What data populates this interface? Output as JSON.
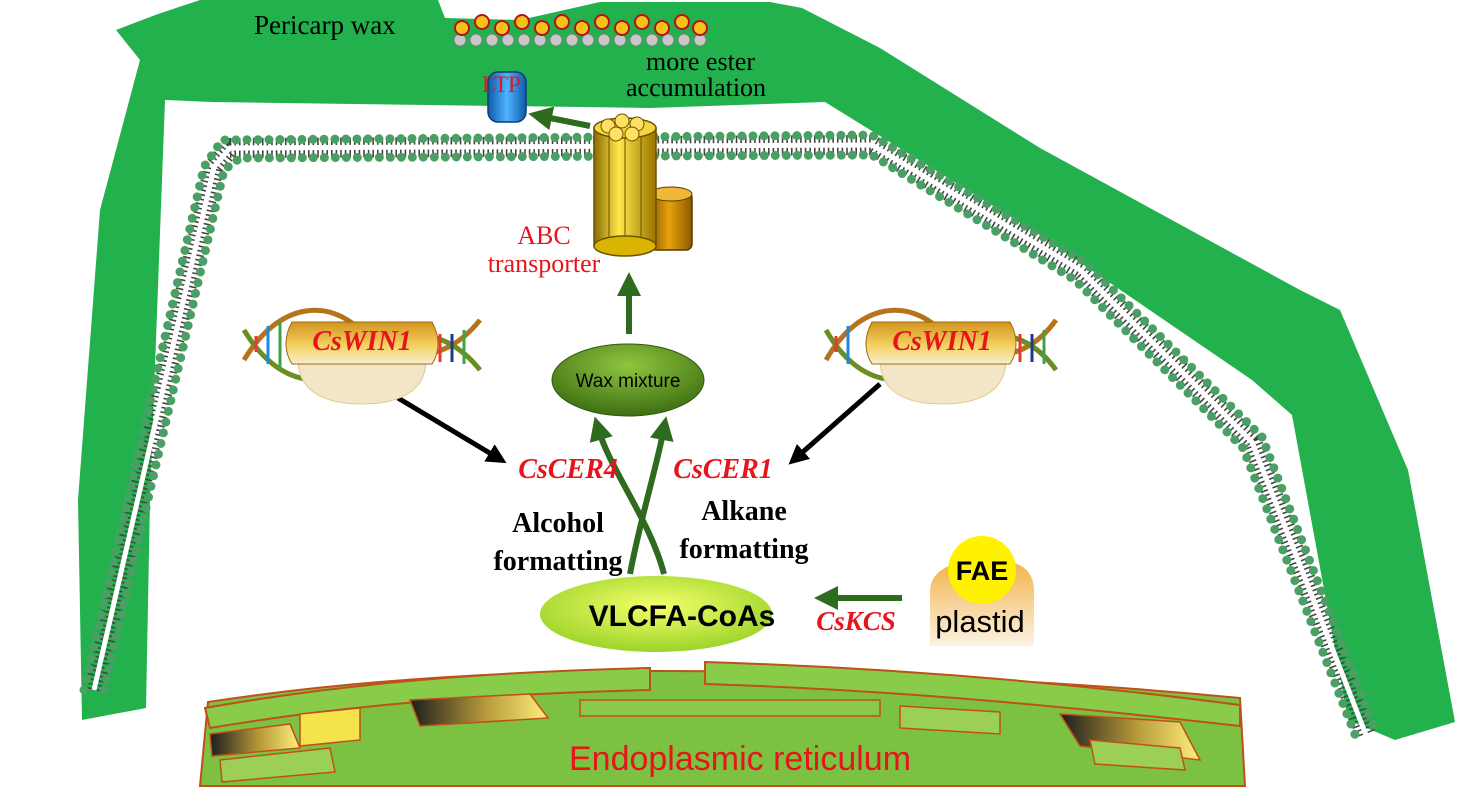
{
  "labels": {
    "pericarp_wax": "Pericarp wax",
    "ester_line1": "more ester",
    "ester_line2": "accumulation",
    "ltp": "LTP",
    "abc_line1": "ABC",
    "abc_line2": "transporter",
    "cswin1_left": "CsWIN1",
    "cswin1_right": "CsWIN1",
    "wax_mixture": "Wax mixture",
    "cscer4": "CsCER4",
    "cscer1": "CsCER1",
    "alcohol_line1": "Alcohol",
    "alcohol_line2": "formatting",
    "alkane_line1": "Alkane",
    "alkane_line2": "formatting",
    "vlcfa": "VLCFA-CoAs",
    "cskcs": "CsKCS",
    "fae": "FAE",
    "plastid": "plastid",
    "er": "Endoplasmic reticulum"
  },
  "colors": {
    "cell_wall": "#22b14c",
    "membrane_head": "#3aa05a",
    "gene_label": "#e8141c",
    "pathway_arrow": "#2e6b1e",
    "regulation_arrow": "#000000",
    "er_fill": "#7cc142",
    "er_outline": "#c0501a",
    "fae_yellow": "#fff200"
  }
}
